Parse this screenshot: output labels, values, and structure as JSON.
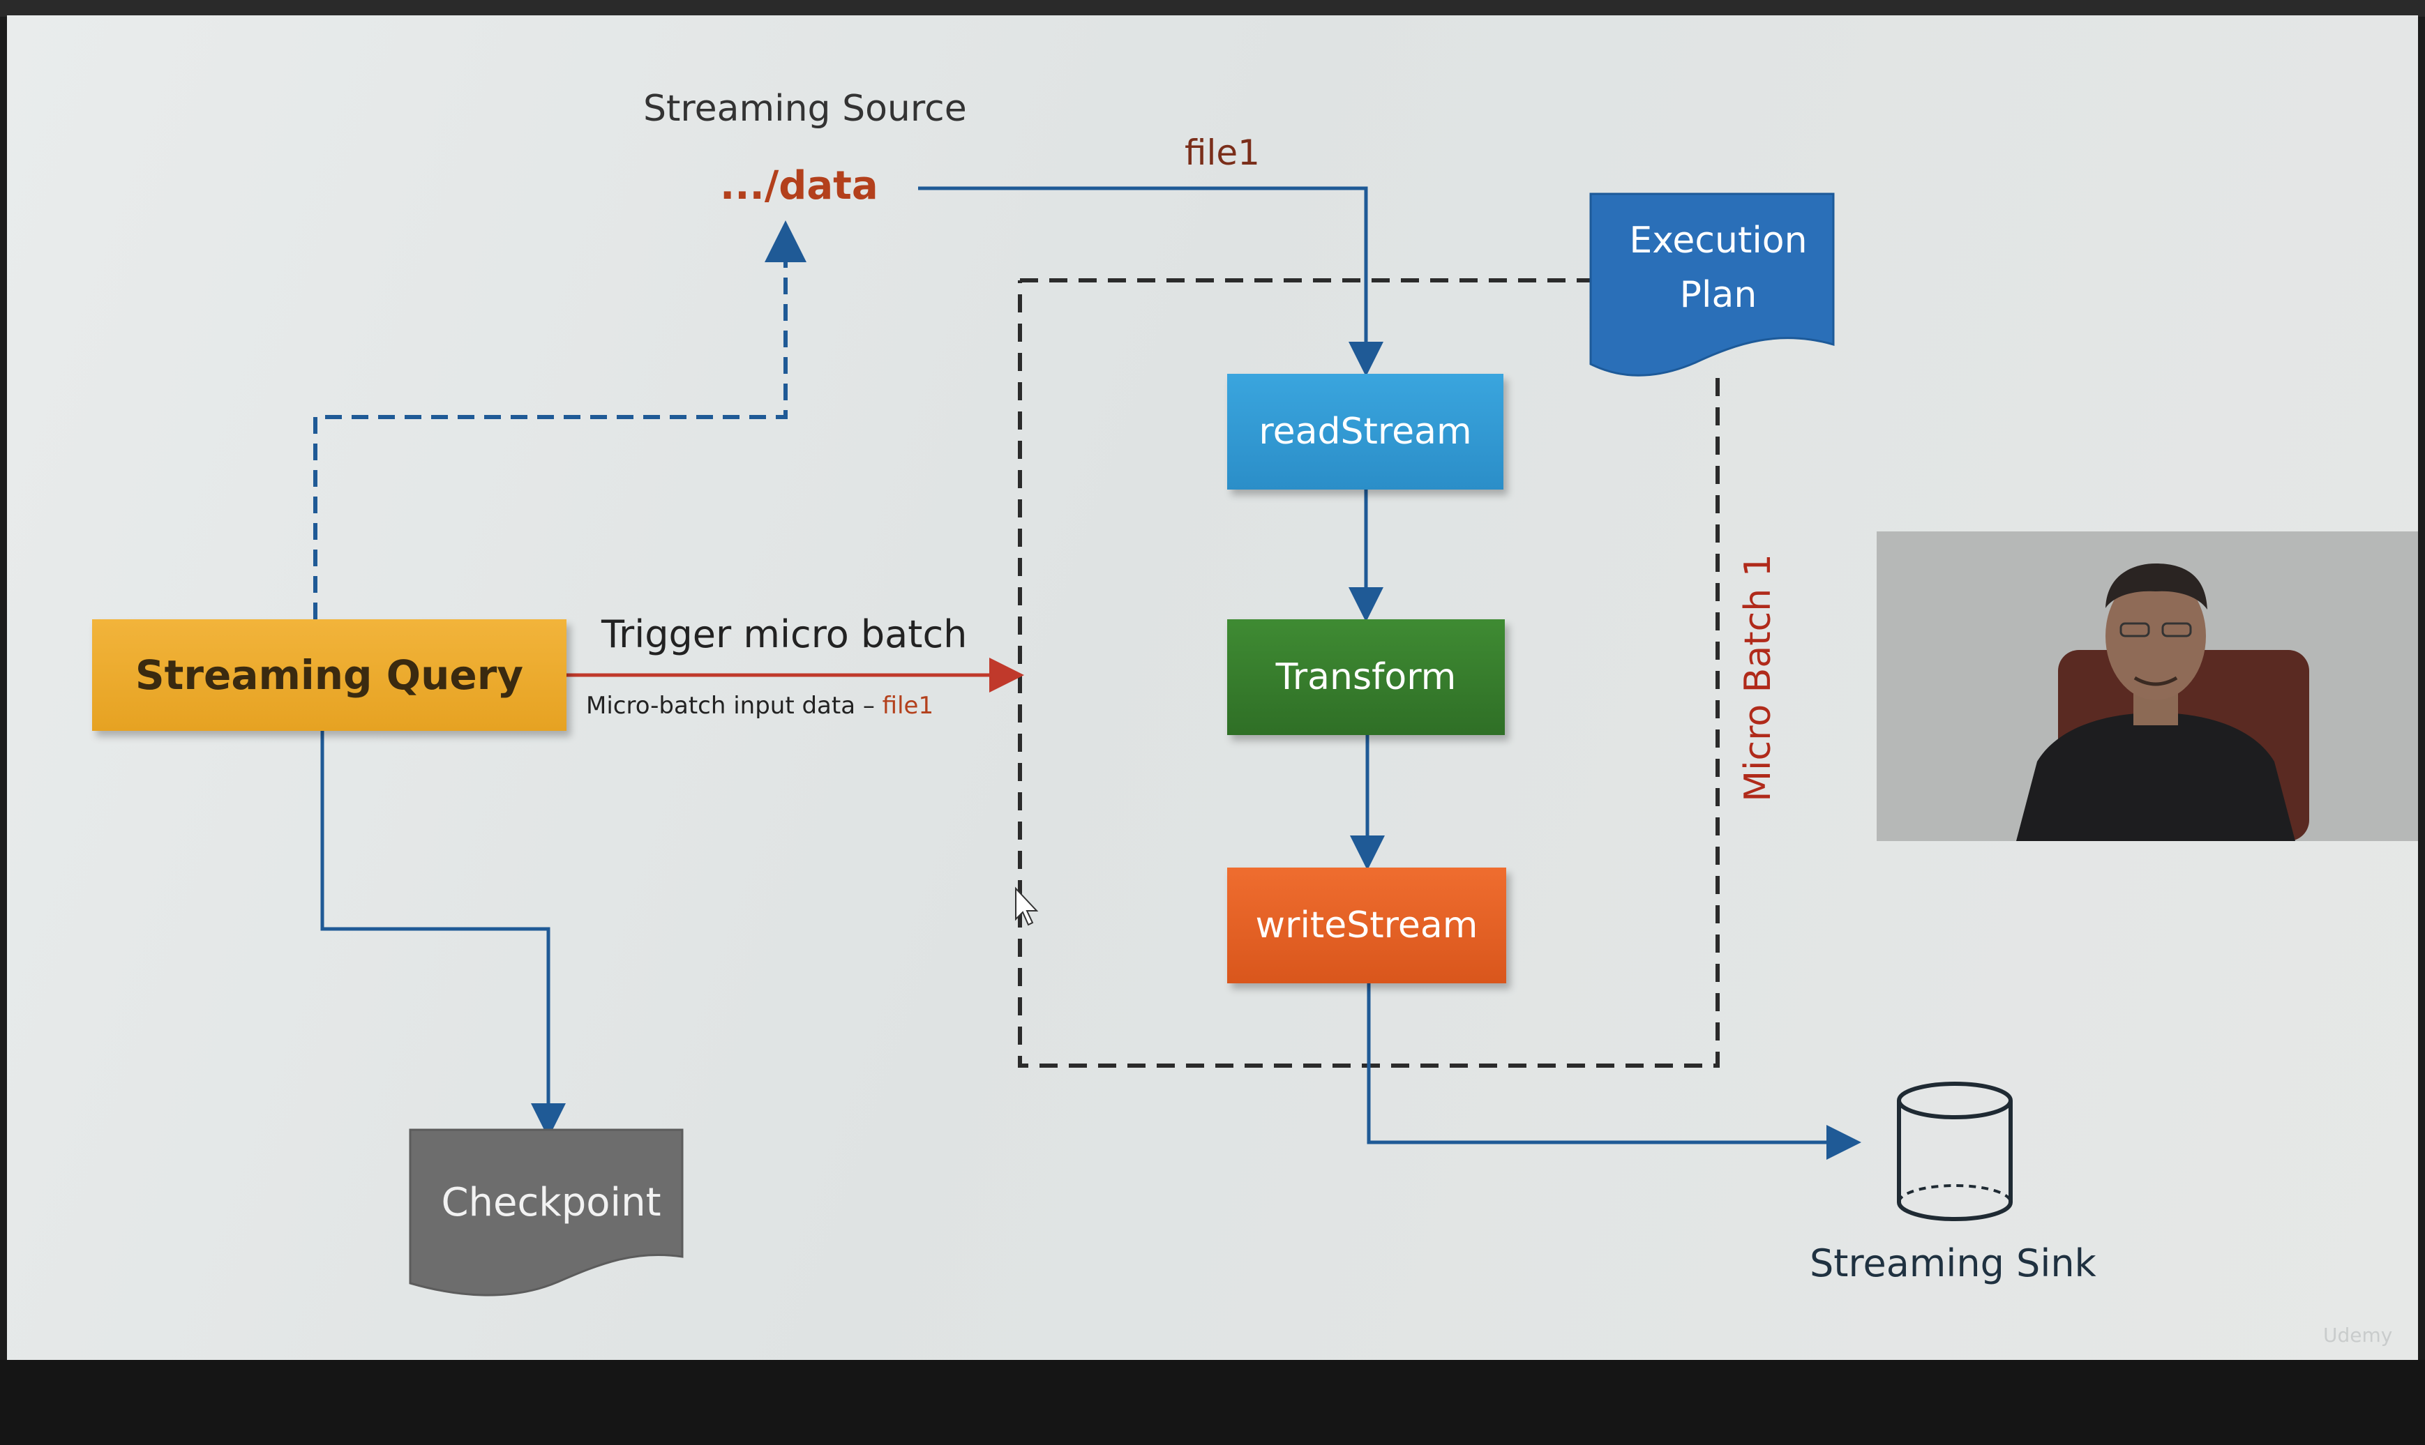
{
  "diagram": {
    "streaming_source_label": "Streaming Source",
    "source_path": ".../data",
    "file_label": "file1",
    "execution_plan_label": "Execution Plan",
    "read_stream_label": "readStream",
    "transform_label": "Transform",
    "write_stream_label": "writeStream",
    "micro_batch_label": "Micro Batch 1",
    "streaming_query_label": "Streaming Query",
    "trigger_label": "Trigger micro batch",
    "input_data_label": "Micro-batch input data – ",
    "input_data_file": "file1",
    "checkpoint_label": "Checkpoint",
    "streaming_sink_label": "Streaming Sink"
  },
  "video_overlay": {
    "watermark": "Udemy"
  },
  "colors": {
    "flow_arrow": "#1f5a96",
    "trigger_arrow": "#c0392b",
    "query_box": "#e9a62a",
    "read_box": "#2f96d0",
    "transform_box": "#357a2b",
    "write_box": "#e35f22",
    "execution_plan": "#2a6fb8",
    "checkpoint": "#6d6d6d",
    "accent_text": "#b3401c"
  }
}
